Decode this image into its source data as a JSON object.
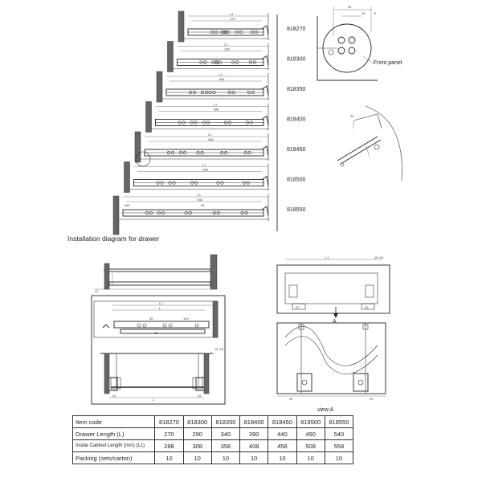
{
  "top_diagram": {
    "caption": "Installation diagram for drawer",
    "drawers": [
      {
        "code": "818270",
        "l": "270",
        "l1": "L1"
      },
      {
        "code": "818300",
        "l": "290",
        "l1": "L1"
      },
      {
        "code": "818350",
        "l": "340",
        "l1": "L1"
      },
      {
        "code": "818400",
        "l": "390",
        "l1": "L1"
      },
      {
        "code": "818450",
        "l": "440",
        "l1": "L1"
      },
      {
        "code": "818500",
        "l": "490",
        "l1": "L1"
      },
      {
        "code": "818550",
        "l": "540",
        "l1": "L1"
      }
    ],
    "dim_labels": {
      "l1": "L1",
      "l": "L",
      "d360": "360",
      "d90": "90"
    }
  },
  "detail": {
    "front_panel": "Front panel",
    "d32": "32",
    "d16": "16",
    "d8": "8",
    "d33": "33"
  },
  "front_view": {
    "view_label": "view A",
    "arrow_label": "A",
    "l1": "L1",
    "l": "L",
    "d30": "30",
    "d120": "120",
    "d15_16": "15~16",
    "d12": "12",
    "d22": "22",
    "d8": "8",
    "d45": "45"
  },
  "table": {
    "header_label": "Item code",
    "codes": [
      "818270",
      "818300",
      "818350",
      "818400",
      "818450",
      "818500",
      "818550"
    ],
    "rows": [
      {
        "label": "Drawer Length (L)",
        "values": [
          "270",
          "290",
          "340",
          "390",
          "440",
          "490",
          "540"
        ]
      },
      {
        "label": "Inside Cabinet Length (min) (L1)",
        "values": [
          "288",
          "308",
          "358",
          "408",
          "458",
          "508",
          "558"
        ]
      },
      {
        "label": "Packing (sets/carton)",
        "values": [
          "10",
          "10",
          "10",
          "10",
          "10",
          "10",
          "10"
        ]
      }
    ]
  }
}
